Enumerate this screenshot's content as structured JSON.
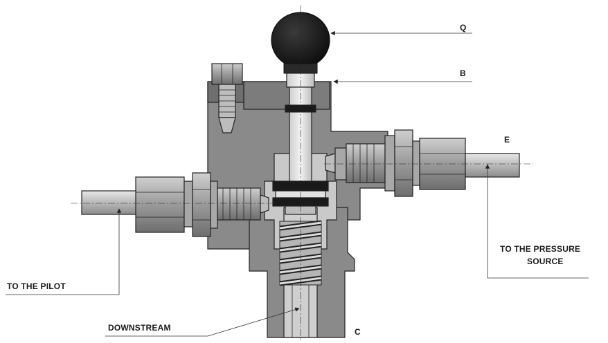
{
  "labels": {
    "q": "Q",
    "b": "B",
    "e": "E",
    "c": "C",
    "to_pilot": "TO THE PILOT",
    "downstream": "DOWNSTREAM",
    "pressure_line1": "TO THE PRESSURE",
    "pressure_line2": "SOURCE"
  },
  "colors": {
    "body_gray": "#8a8a8a",
    "dark_gray": "#555555",
    "light_gray": "#d6d6d6",
    "knob_black": "#1c1c1c",
    "line": "#222222"
  }
}
